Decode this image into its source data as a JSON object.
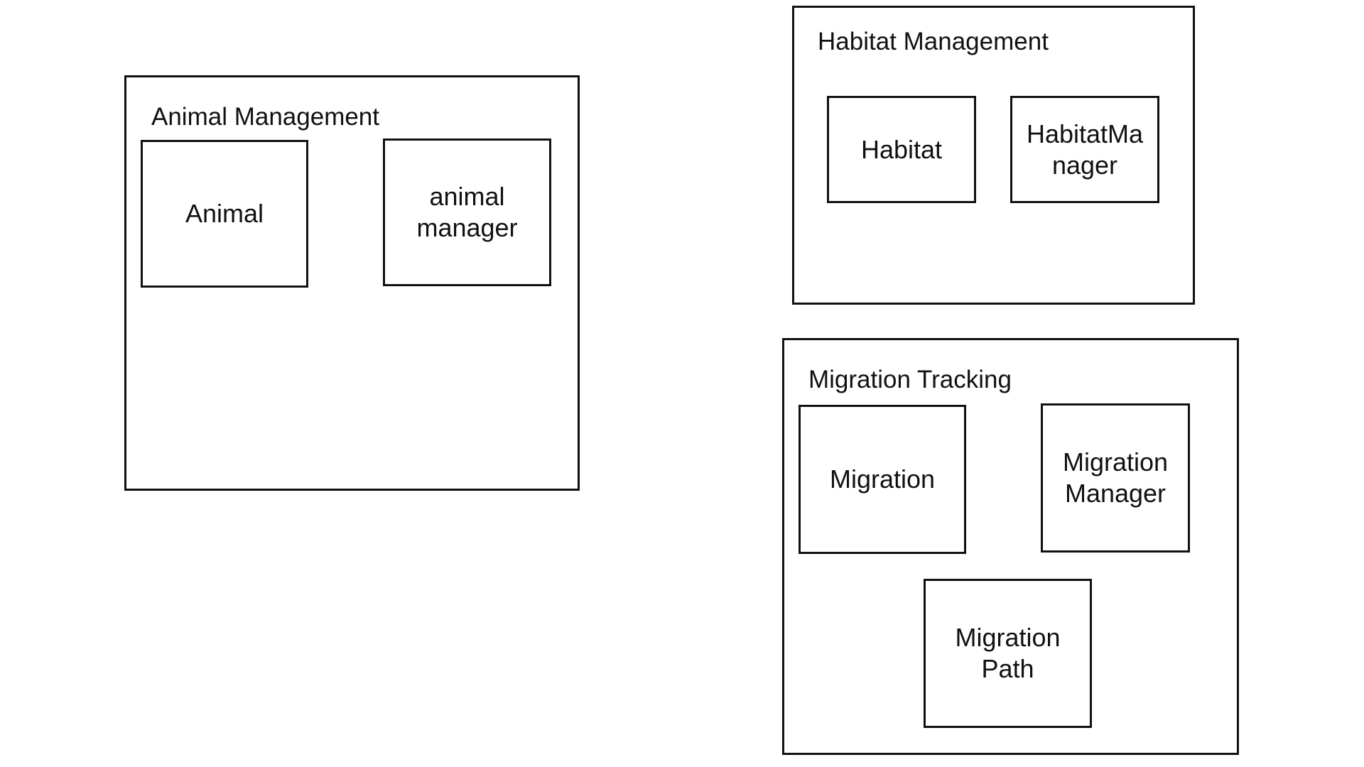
{
  "diagram": {
    "packages": [
      {
        "title": "Animal Management",
        "components": [
          {
            "label": "Animal"
          },
          {
            "label": "animal\nmanager"
          }
        ]
      },
      {
        "title": "Habitat Management",
        "components": [
          {
            "label": "Habitat"
          },
          {
            "label": "HabitatMa\nnager"
          }
        ]
      },
      {
        "title": "Migration Tracking",
        "components": [
          {
            "label": "Migration"
          },
          {
            "label": "Migration\nManager"
          },
          {
            "label": "Migration\nPath"
          }
        ]
      }
    ],
    "colors": {
      "border": "#111111",
      "background": "#ffffff",
      "text": "#111111"
    }
  }
}
